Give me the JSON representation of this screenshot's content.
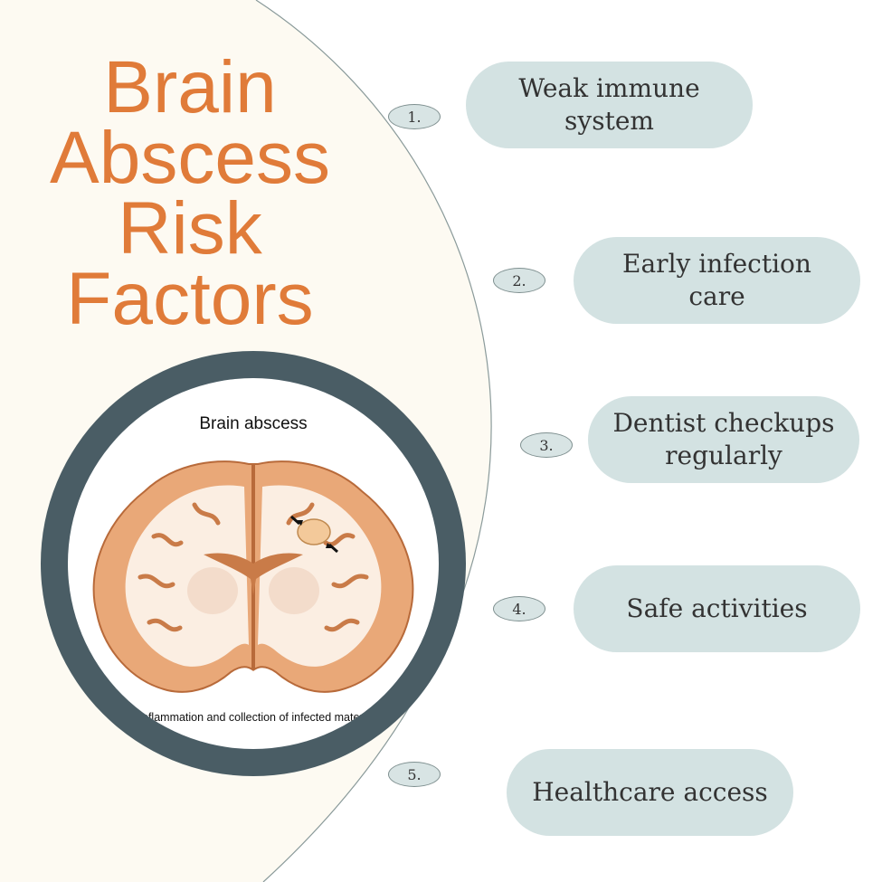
{
  "title": {
    "line1": "Brain",
    "line2": "Abscess",
    "line3": "Risk",
    "line4": "Factors"
  },
  "illustration": {
    "heading": "Brain abscess",
    "caption": "nflammation and collection of infected materi"
  },
  "factors": [
    {
      "number": "1.",
      "label": "Weak immune system"
    },
    {
      "number": "2.",
      "label": "Early infection care"
    },
    {
      "number": "3.",
      "label": "Dentist checkups regularly"
    },
    {
      "number": "4.",
      "label": "Safe activities"
    },
    {
      "number": "5.",
      "label": "Healthcare access"
    }
  ],
  "colors": {
    "title": "#e07b39",
    "background_panel": "#fdfaf2",
    "ring": "#4a5d65",
    "pill": "#d3e2e2"
  }
}
